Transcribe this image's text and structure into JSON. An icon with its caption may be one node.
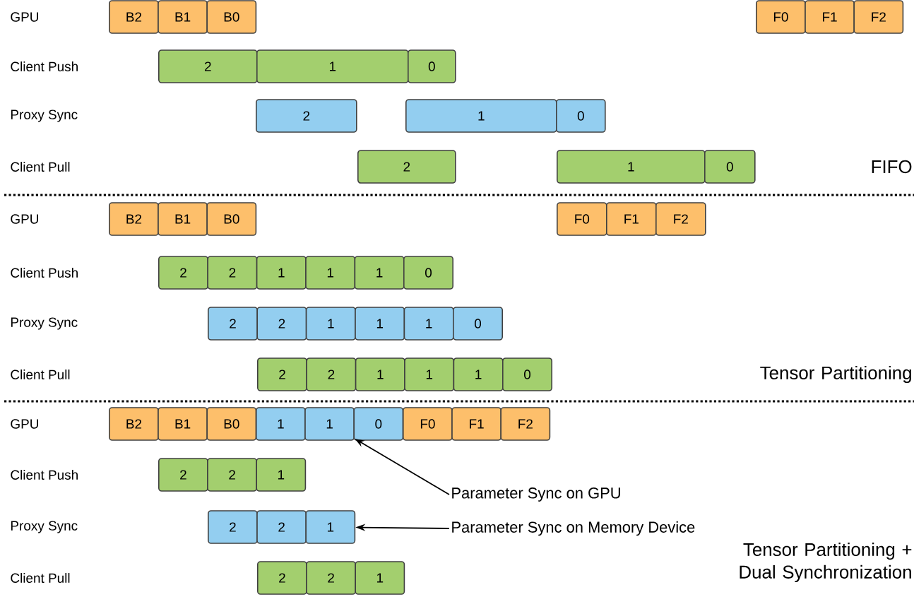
{
  "diagram": {
    "nodes": [
      {
        "text": [
          "B2"
        ]
      },
      {
        "text": [
          "B1"
        ]
      },
      {
        "text": [
          "B0"
        ]
      },
      {
        "text": [
          "F0"
        ]
      },
      {
        "text": [
          "F1"
        ]
      },
      {
        "text": [
          "F2"
        ]
      },
      {
        "text": [
          "2"
        ]
      },
      {
        "text": [
          "1"
        ]
      },
      {
        "text": [
          "0"
        ]
      },
      {
        "text": [
          "2"
        ]
      },
      {
        "text": [
          "1"
        ]
      },
      {
        "text": [
          "0"
        ]
      },
      {
        "text": [
          "2"
        ]
      },
      {
        "text": [
          "1"
        ]
      },
      {
        "text": [
          "0"
        ]
      },
      {
        "text": [
          "B2"
        ]
      },
      {
        "text": [
          "B1"
        ]
      },
      {
        "text": [
          "B0"
        ]
      },
      {
        "text": [
          "F0"
        ]
      },
      {
        "text": [
          "F1"
        ]
      },
      {
        "text": [
          "F2"
        ]
      },
      {
        "text": [
          "2"
        ]
      },
      {
        "text": [
          "2"
        ]
      },
      {
        "text": [
          "1"
        ]
      },
      {
        "text": [
          "1"
        ]
      },
      {
        "text": [
          "1"
        ]
      },
      {
        "text": [
          "0"
        ]
      },
      {
        "text": [
          "2"
        ]
      },
      {
        "text": [
          "2"
        ]
      },
      {
        "text": [
          "1"
        ]
      },
      {
        "text": [
          "1"
        ]
      },
      {
        "text": [
          "1"
        ]
      },
      {
        "text": [
          "0"
        ]
      },
      {
        "text": [
          "2"
        ]
      },
      {
        "text": [
          "2"
        ]
      },
      {
        "text": [
          "1"
        ]
      },
      {
        "text": [
          "1"
        ]
      },
      {
        "text": [
          "1"
        ]
      },
      {
        "text": [
          "0"
        ]
      },
      {
        "text": [
          "B2"
        ]
      },
      {
        "text": [
          "B1"
        ]
      },
      {
        "text": [
          "B0"
        ]
      },
      {
        "text": [
          "1"
        ]
      },
      {
        "text": [
          "1"
        ]
      },
      {
        "text": [
          "0"
        ]
      },
      {
        "text": [
          "F0"
        ]
      },
      {
        "text": [
          "F1"
        ]
      },
      {
        "text": [
          "F2"
        ]
      },
      {
        "text": [
          "2"
        ]
      },
      {
        "text": [
          "2"
        ]
      },
      {
        "text": [
          "1"
        ]
      },
      {
        "text": [
          "2"
        ]
      },
      {
        "text": [
          "2"
        ]
      },
      {
        "text": [
          "1"
        ]
      },
      {
        "text": [
          "2"
        ]
      },
      {
        "text": [
          "2"
        ]
      },
      {
        "text": [
          "1"
        ]
      },
      {
        "text": [
          "Parameter Sync on GPU"
        ]
      },
      {
        "text": [
          "Parameter Sync on Memory Device"
        ]
      }
    ],
    "edges": [
      {
        "from": 57,
        "to": 43,
        "arrow": "to"
      },
      {
        "from": 58,
        "to": 53,
        "arrow": "to"
      }
    ],
    "labels": [
      "GPU",
      "Client Push",
      "Proxy Sync",
      "Client Pull",
      "FIFO",
      "GPU",
      "Client Push",
      "Proxy Sync",
      "Client Pull",
      "Tensor Partitioning",
      "GPU",
      "Client Push",
      "Proxy Sync",
      "Client Pull",
      "Tensor Partitioning + Dual Synchronization"
    ]
  }
}
